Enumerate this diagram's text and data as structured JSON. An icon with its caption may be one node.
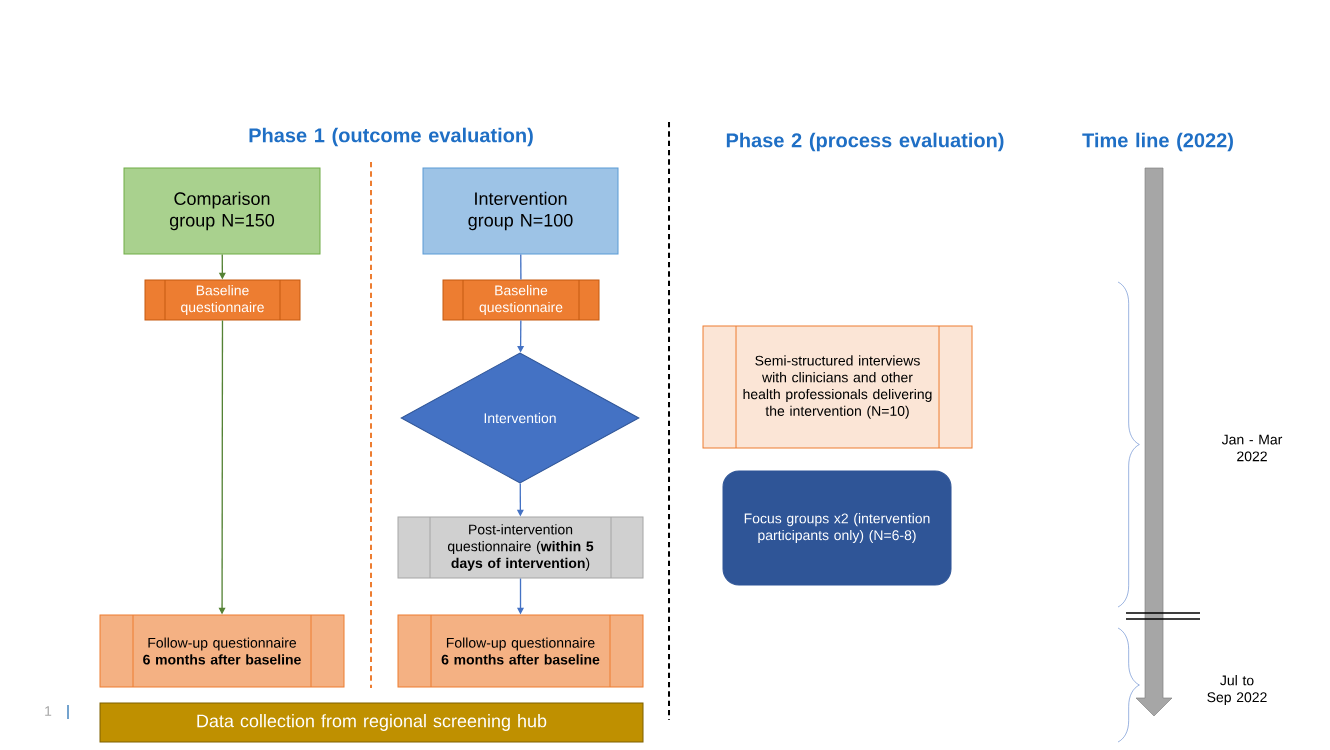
{
  "diagram": {
    "nodes": [
      {
        "text": [
          "Comparison group N=150"
        ]
      },
      {
        "text": [
          "Baseline questionnaire"
        ]
      },
      {
        "text": [
          "Follow-up questionnaire **6 months after baseline**"
        ]
      },
      {
        "text": [
          "Intervention group N=100"
        ]
      },
      {
        "text": [
          "Baseline questionnaire"
        ]
      },
      {
        "text": [
          "Intervention"
        ]
      },
      {
        "text": [
          "Post-intervention questionnaire (**within 5 days of intervention**)"
        ]
      },
      {
        "text": [
          "Follow-up questionnaire **6 months after baseline**"
        ]
      },
      {
        "text": [
          "Data collection from regional screening hub"
        ]
      },
      {
        "text": [
          "Semi-structured interviews with clinicians and other health professionals delivering the intervention (N=10)"
        ]
      },
      {
        "text": [
          "Focus groups x2 (intervention participants only) (N=6-8)"
        ]
      }
    ],
    "edges": [
      {
        "from": 0,
        "to": 1,
        "arrow": "to",
        "color": "#548235"
      },
      {
        "from": 1,
        "to": 2,
        "arrow": "to",
        "color": "#548235"
      },
      {
        "from": 3,
        "to": 4,
        "arrow": "none"
      },
      {
        "from": 4,
        "to": 5,
        "arrow": "to"
      },
      {
        "from": 5,
        "to": 6,
        "arrow": "to"
      },
      {
        "from": 6,
        "to": 7,
        "arrow": "to"
      }
    ],
    "labels": [
      "Phase 1 (outcome evaluation)",
      "Phase 2 (process evaluation)",
      "Time line (2022)",
      "Jan - Mar 2022",
      "Jul to Sep 2022",
      "1"
    ]
  }
}
